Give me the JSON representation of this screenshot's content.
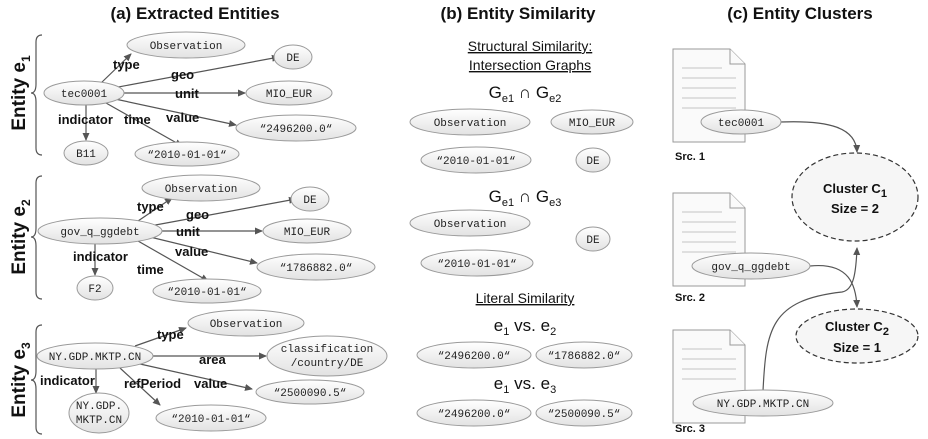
{
  "headers": {
    "extracted": "(a) Extracted Entities",
    "similarity": "(b) Entity Similarity",
    "clusters": "(c) Entity Clusters"
  },
  "panel_a": {
    "entity_prefix": "Entity e",
    "entities": [
      {
        "index": "1",
        "id": "tec0001",
        "edges": {
          "type": "type",
          "geo": "geo",
          "unit": "unit",
          "value": "value",
          "time": "time",
          "indicator": "indicator"
        },
        "nodes": {
          "type": "Observation",
          "geo": "DE",
          "unit": "MIO_EUR",
          "value": "“2496200.0“",
          "time": "“2010-01-01“",
          "indicator": "B11"
        }
      },
      {
        "index": "2",
        "id": "gov_q_ggdebt",
        "edges": {
          "type": "type",
          "geo": "geo",
          "unit": "unit",
          "value": "value",
          "time": "time",
          "indicator": "indicator"
        },
        "nodes": {
          "type": "Observation",
          "geo": "DE",
          "unit": "MIO_EUR",
          "value": "“1786882.0“",
          "time": "“2010-01-01“",
          "indicator": "F2"
        }
      },
      {
        "index": "3",
        "id": "NY.GDP.MKTP.CN",
        "edges": {
          "type": "type",
          "area": "area",
          "value": "value",
          "refPeriod": "refPeriod",
          "indicator": "indicator"
        },
        "nodes": {
          "type": "Observation",
          "area_line1": "classification",
          "area_line2": "/country/DE",
          "value": "“2500090.5“",
          "refPeriod": "“2010-01-01“",
          "indicator_line1": "NY.GDP.",
          "indicator_line2": "MKTP.CN"
        }
      }
    ]
  },
  "panel_b": {
    "structural_title_line1": "Structural Similarity:",
    "structural_title_line2": "Intersection Graphs",
    "intersection_symbol": "∩",
    "g_letter": "G",
    "sub_e1": "e1",
    "sub_e2": "e2",
    "sub_e3": "e3",
    "intersection_12": {
      "observation": "Observation",
      "unit": "MIO_EUR",
      "time": "“2010-01-01“",
      "geo": "DE"
    },
    "intersection_13": {
      "observation": "Observation",
      "geo": "DE",
      "time": "“2010-01-01“"
    },
    "literal_title": "Literal Similarity",
    "e_letter": "e",
    "vs": "vs.",
    "pair_12": {
      "left": "“2496200.0“",
      "right": "“1786882.0“",
      "a": "1",
      "b": "2"
    },
    "pair_13": {
      "left": "“2496200.0“",
      "right": "“2500090.5“",
      "a": "1",
      "b": "3"
    }
  },
  "panel_c": {
    "sources": [
      {
        "label": "Src. 1",
        "entity": "tec0001"
      },
      {
        "label": "Src. 2",
        "entity": "gov_q_ggdebt"
      },
      {
        "label": "Src. 3",
        "entity": "NY.GDP.MKTP.CN"
      }
    ],
    "clusters": [
      {
        "name": "Cluster C",
        "sub": "1",
        "size": "Size = 2"
      },
      {
        "name": "Cluster C",
        "sub": "2",
        "size": "Size = 1"
      }
    ]
  }
}
